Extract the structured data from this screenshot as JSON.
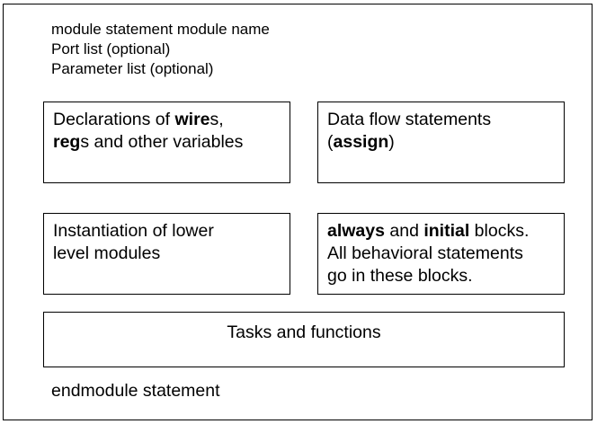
{
  "header": {
    "line1": "module statement module name",
    "line2": "Port list (optional)",
    "line3": "Parameter list (optional)"
  },
  "declarations": {
    "line1_pre": "Declarations of ",
    "line1_bold": "wire",
    "line1_post": "s,",
    "line2_bold": "reg",
    "line2_post": "s and other variables"
  },
  "dataflow": {
    "line1": "Data flow statements",
    "line2_pre": "(",
    "line2_bold": "assign",
    "line2_post": ")"
  },
  "instantiation": {
    "line1": "Instantiation of lower",
    "line2": "level modules"
  },
  "behavioral": {
    "bold1": "always",
    "mid": " and ",
    "bold2": "initial",
    "post": " blocks.",
    "line2": "All behavioral statements",
    "line3": "go in these blocks."
  },
  "tasks": {
    "label": "Tasks and functions"
  },
  "footer": {
    "label": "endmodule statement"
  }
}
